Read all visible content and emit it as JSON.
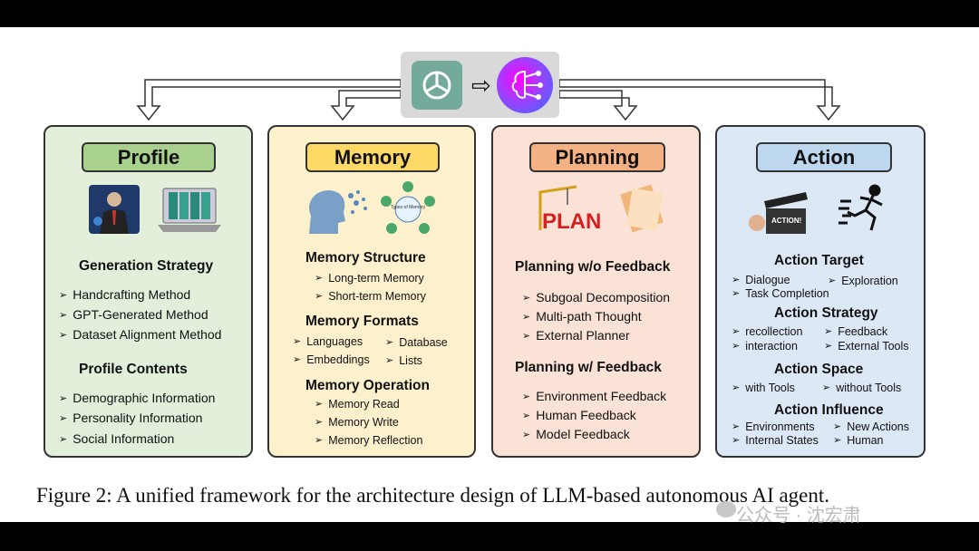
{
  "profile": {
    "title": "Profile",
    "generation_title": "Generation Strategy",
    "generation_items": [
      "Handcrafting Method",
      "GPT-Generated Method",
      "Dataset  Alignment Method"
    ],
    "contents_title": "Profile Contents",
    "contents_items": [
      "Demographic Information",
      "Personality Information",
      "Social Information"
    ]
  },
  "memory": {
    "title": "Memory",
    "illustration_label": "Types of Memory",
    "structure_title": "Memory Structure",
    "structure_items": [
      "Long-term Memory",
      "Short-term Memory"
    ],
    "formats_title": "Memory Formats",
    "formats_items": [
      "Languages",
      "Database",
      "Embeddings",
      "Lists"
    ],
    "operation_title": "Memory Operation",
    "operation_items": [
      "Memory Read",
      "Memory Write",
      "Memory Reflection"
    ]
  },
  "planning": {
    "title": "Planning",
    "illustration_label": "PLAN",
    "wo_title": "Planning w/o Feedback",
    "wo_items": [
      "Subgoal Decomposition",
      "Multi-path Thought",
      "External Planner"
    ],
    "w_title": "Planning w/ Feedback",
    "w_items": [
      "Environment Feedback",
      "Human Feedback",
      "Model Feedback"
    ]
  },
  "action": {
    "title": "Action",
    "illustration_label": "ACTION!",
    "target_title": "Action Target",
    "target_items": [
      "Dialogue",
      "Exploration",
      "Task Completion"
    ],
    "strategy_title": "Action Strategy",
    "strategy_items": [
      "recollection",
      "Feedback",
      "interaction",
      "External Tools"
    ],
    "space_title": "Action Space",
    "space_items": [
      "with Tools",
      "without Tools"
    ],
    "influence_title": "Action Influence",
    "influence_items": [
      "Environments",
      "New Actions",
      "Internal States",
      "Human"
    ]
  },
  "caption": "Figure 2: A unified framework for the architecture design of LLM-based autonomous AI agent.",
  "watermark": "公众号 · 沈宏肃",
  "colors": {
    "profile_bg": "#e1efdb",
    "profile_header": "#a9d18e",
    "memory_bg": "#fdf1cd",
    "memory_header": "#ffd966",
    "planning_bg": "#fbe2d7",
    "planning_header": "#f4b183",
    "action_bg": "#dde8f6",
    "action_header": "#bdd7ee"
  }
}
